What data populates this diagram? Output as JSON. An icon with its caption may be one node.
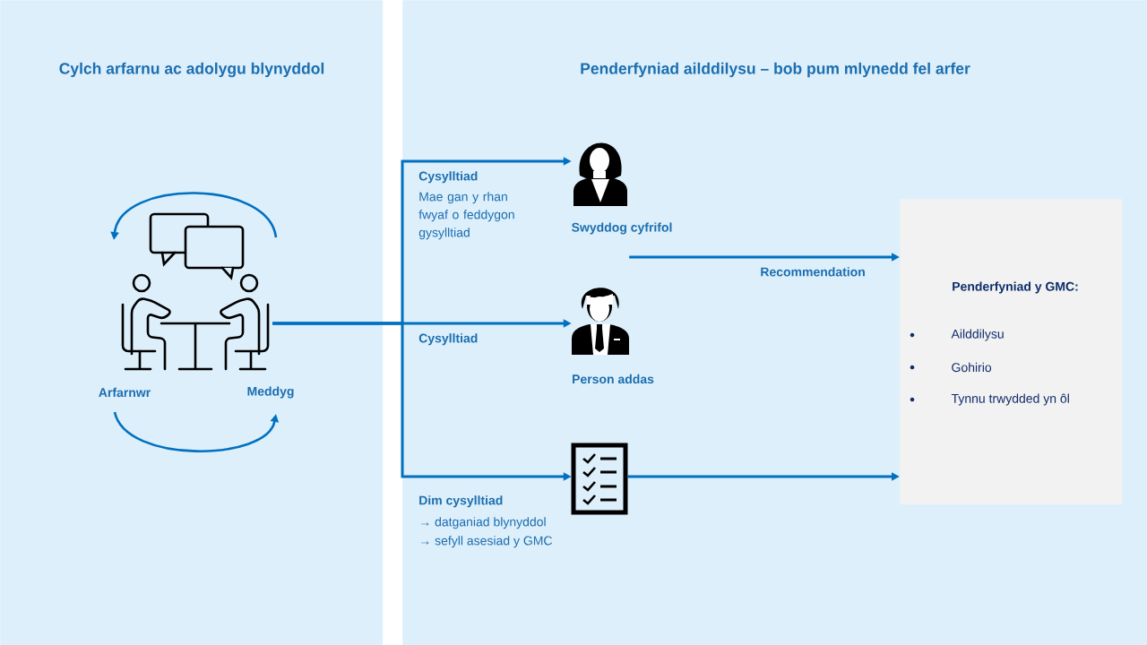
{
  "diagram": {
    "nodes": [
      {
        "text": [
          "Cylch arfarnu ac adolygu blynyddol"
        ]
      },
      {
        "text": [],
        "shape": "picture",
        "beside": [
          "Arfarnwr",
          "Meddyg"
        ],
        "in": 0
      },
      {
        "text": [
          "Penderfyniad ailddilysu – bob pum mlynedd fel arfer"
        ]
      },
      {
        "text": [],
        "shape": "person",
        "beside": [
          "Swyddog cyfrifol"
        ],
        "in": 2
      },
      {
        "text": [],
        "shape": "person",
        "beside": [
          "Person addas"
        ],
        "in": 2
      },
      {
        "text": [],
        "shape": "picture",
        "in": 2
      },
      {
        "text": [
          "Penderfyniad y GMC:",
          "Ailddilysu",
          "Gohirio",
          "Tynnu trwydded yn ôl"
        ],
        "in": 2
      }
    ],
    "edges": [
      {
        "from": 1,
        "to": 3,
        "arrow": "to",
        "label": "Cysylltiad"
      },
      {
        "from": 1,
        "to": 4,
        "arrow": "to",
        "label": "Cysylltiad"
      },
      {
        "from": 1,
        "to": 5,
        "arrow": "to",
        "label": "Dim cysylltiad"
      },
      {
        "from": 3,
        "to": 6,
        "arrow": "to",
        "label": "Recommendation"
      },
      {
        "from": 5,
        "to": 6,
        "arrow": "to"
      }
    ],
    "labels": [
      "Mae gan y rhan fwyaf o feddygon gysylltiad",
      "→ datganiad blynyddol",
      "→ sefyll asesiad y GMC"
    ]
  }
}
